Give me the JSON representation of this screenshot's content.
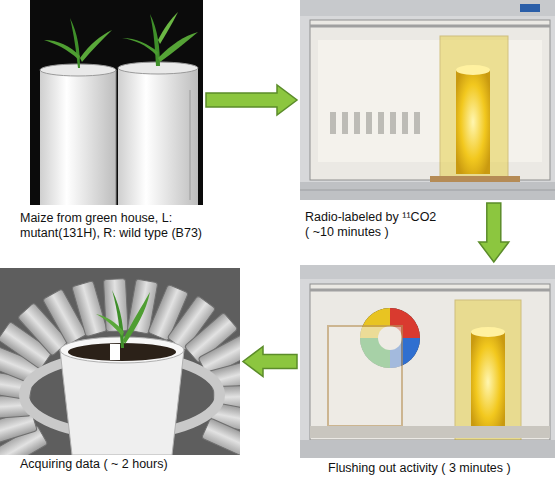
{
  "diagram": {
    "nodes": [
      {
        "text": [
          "Maize from green house, L: mutant(131H), R: wild type (B73)"
        ]
      },
      {
        "text": [
          "Radio-labeled by ¹¹CO2 ( ~10 minutes )"
        ]
      },
      {
        "text": [
          "Flushing out activity ( 3 minutes )"
        ]
      },
      {
        "text": [
          "Acquiring data ( ~ 2 hours)"
        ]
      }
    ],
    "edges": [
      {
        "from": 0,
        "to": 1,
        "arrow": "to"
      },
      {
        "from": 1,
        "to": 2,
        "arrow": "to"
      },
      {
        "from": 2,
        "to": 3,
        "arrow": "to"
      }
    ]
  }
}
